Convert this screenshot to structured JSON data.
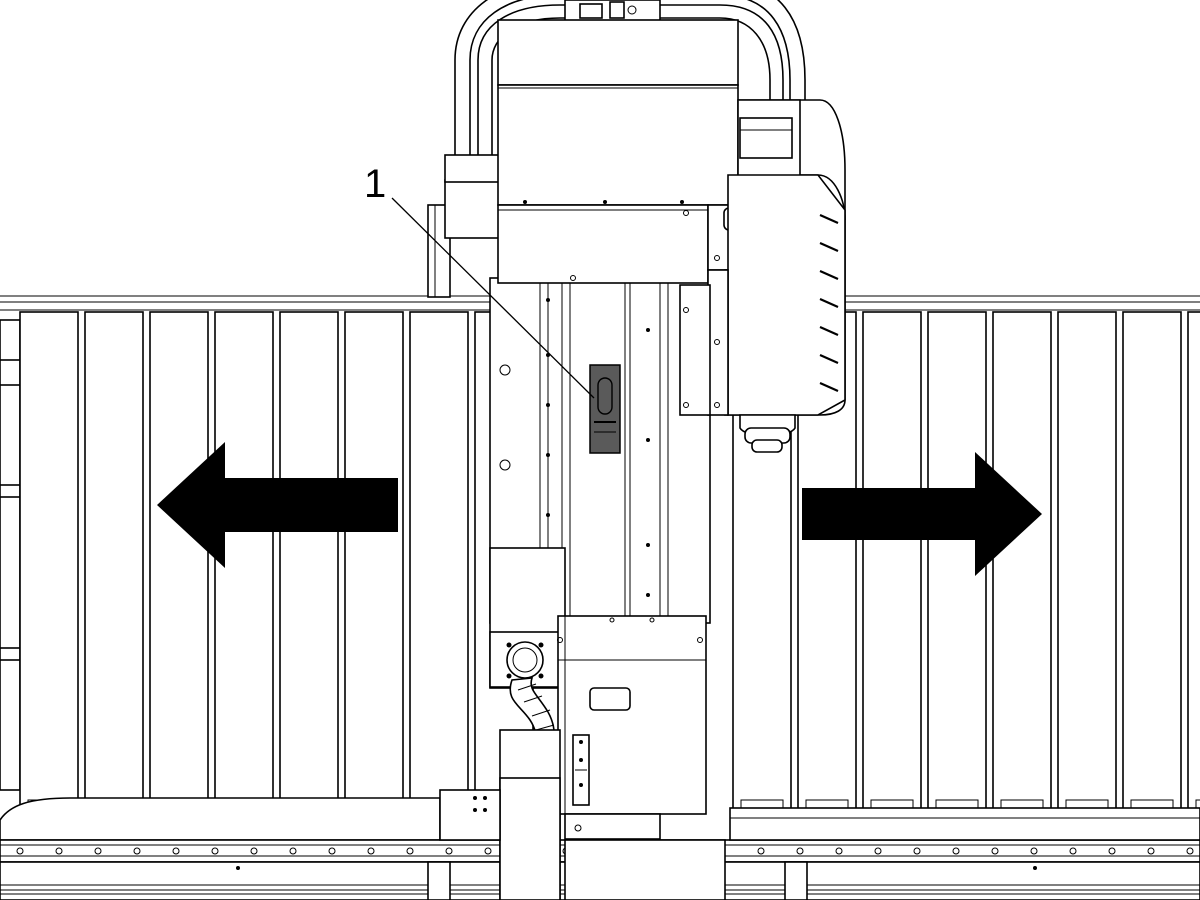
{
  "callout": {
    "number": "1",
    "target": "sensor-window"
  },
  "colors": {
    "line": "#000000",
    "background": "#ffffff",
    "sensor": "#5a5a5a"
  },
  "arrows": [
    {
      "direction": "left"
    },
    {
      "direction": "right"
    }
  ]
}
